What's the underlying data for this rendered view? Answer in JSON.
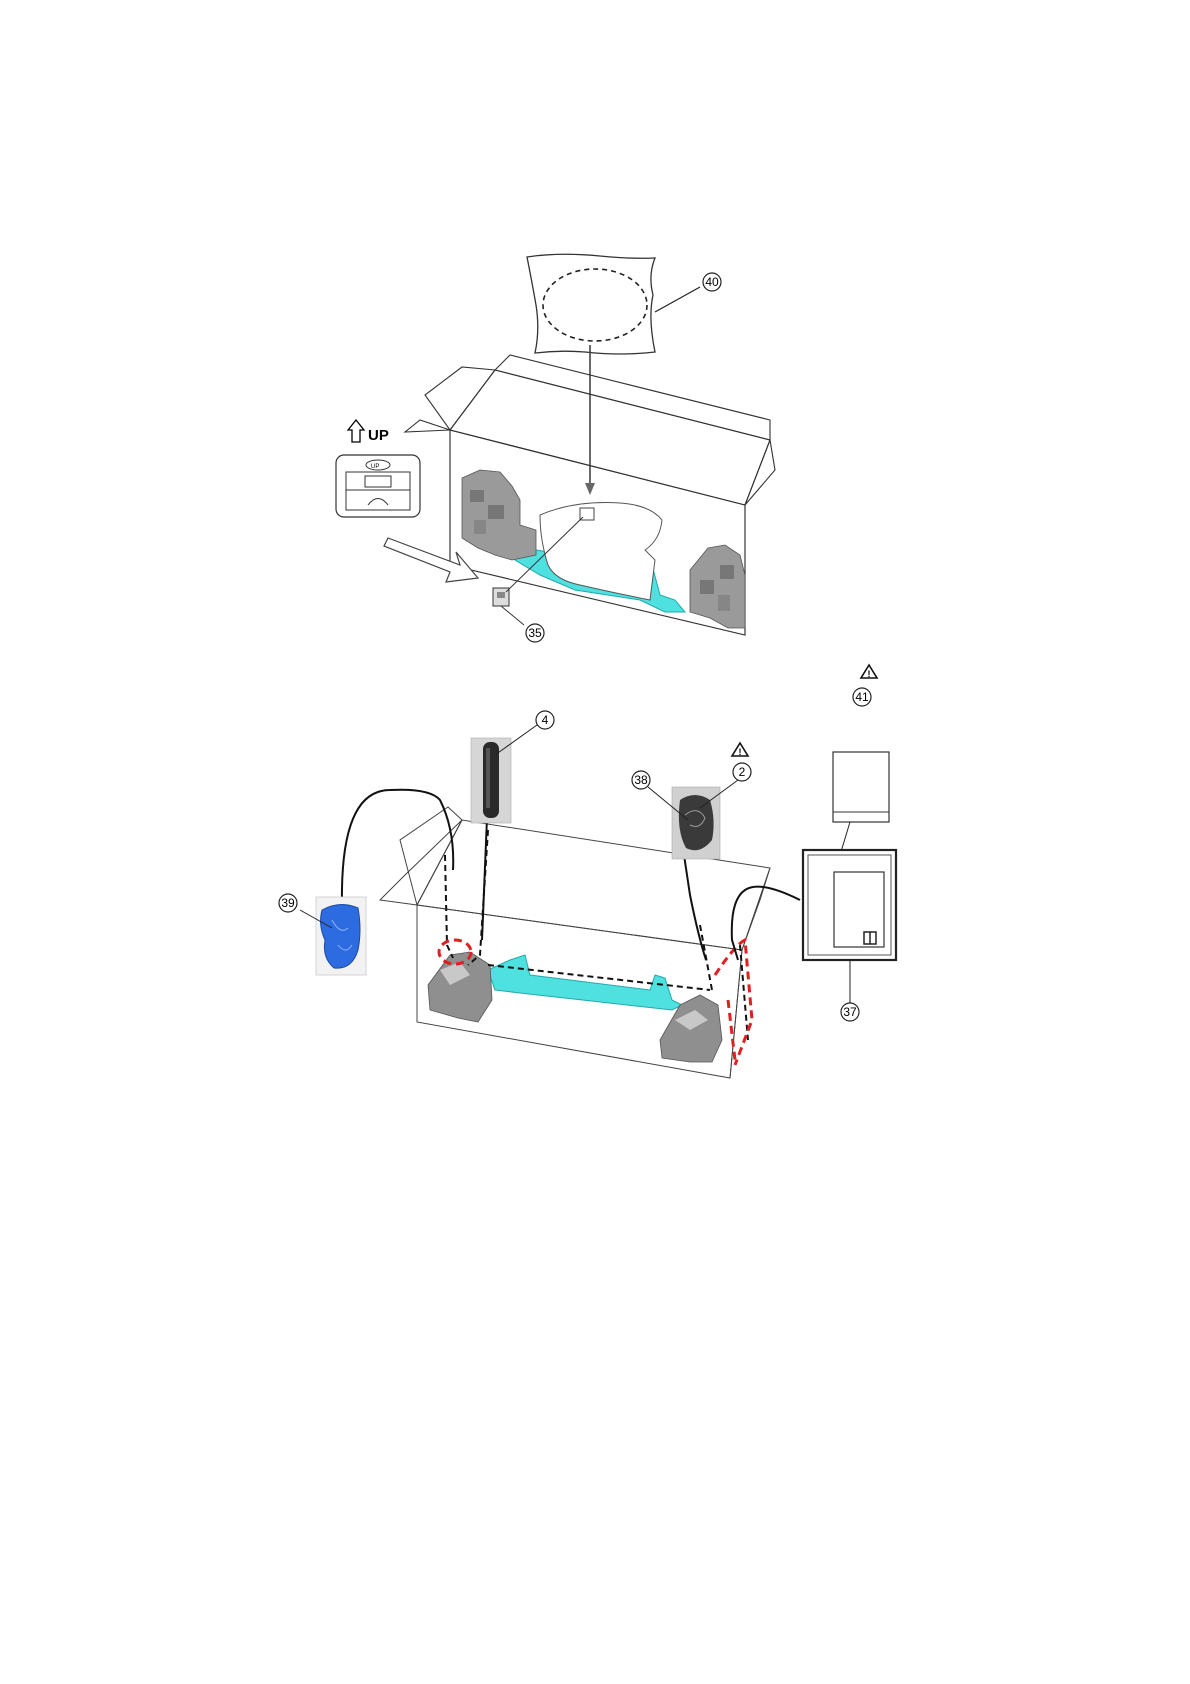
{
  "figure": {
    "up_label": "UP",
    "badge_label": "UP",
    "callouts": {
      "c40": "40",
      "c35": "35",
      "c4": "4",
      "c38": "38",
      "c2": "2",
      "c41": "41",
      "c39": "39",
      "c37": "37"
    },
    "warning_symbol": "!",
    "colors": {
      "cushion": "#4fe0e0",
      "foam": "#a8a8a8",
      "bag_blue": "#2d6be0",
      "dashed_red": "#e02020",
      "outline": "#333333"
    }
  }
}
